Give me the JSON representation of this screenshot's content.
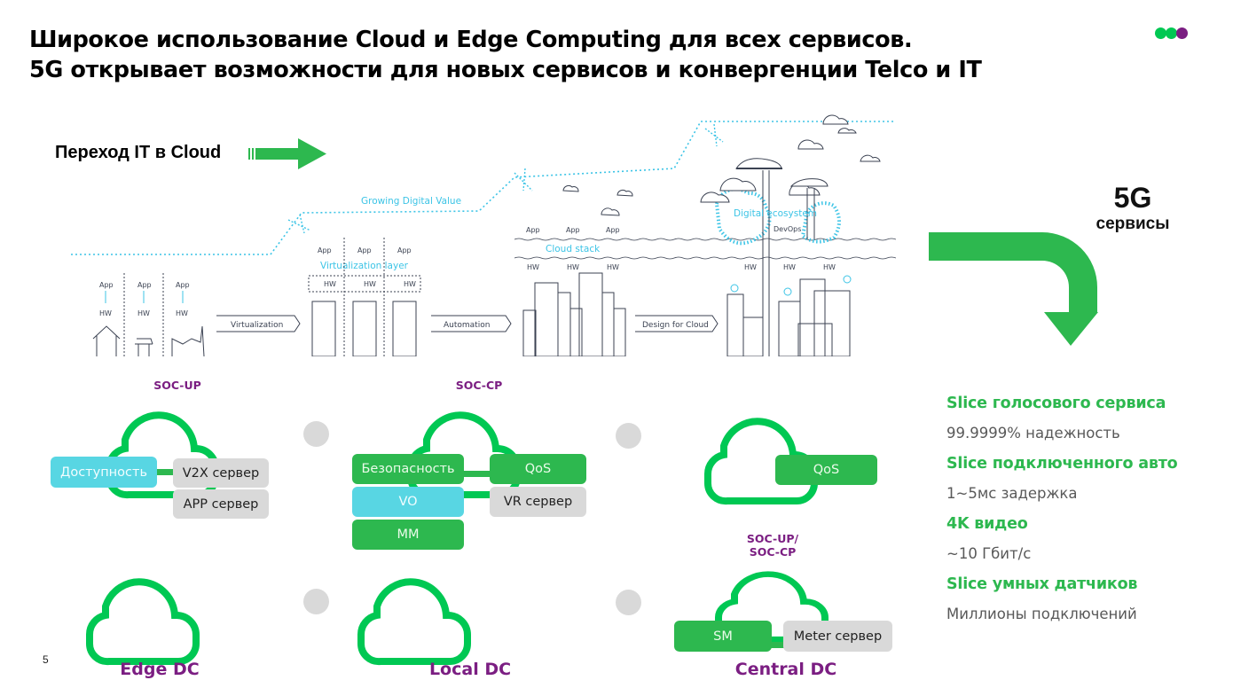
{
  "slide": {
    "title_line1": "Широкое использование Cloud и Edge Computing для всех сервисов.",
    "title_line2": "5G открывает возможности для новых сервисов и конвергенции Telco и IT",
    "page_number": "5",
    "logo_colors": [
      "#00c853",
      "#00c853",
      "#7b1e82"
    ]
  },
  "transition": {
    "label": "Переход IT в Cloud",
    "arrow_color": "#2db84f"
  },
  "illustration": {
    "growing_value_label": "Growing Digital Value",
    "stage1": {
      "apps": [
        "App",
        "App",
        "App"
      ],
      "hw": [
        "HW",
        "HW",
        "HW"
      ]
    },
    "step1_label": "Virtualization",
    "stage2": {
      "apps": [
        "App",
        "App",
        "App"
      ],
      "layer_label": "Virtualization layer",
      "hw": [
        "HW",
        "HW",
        "HW"
      ]
    },
    "step2_label": "Automation",
    "stage3": {
      "apps": [
        "App",
        "App",
        "App"
      ],
      "layer_label": "Cloud stack",
      "hw": [
        "HW",
        "HW",
        "HW"
      ]
    },
    "step3_label": "Design for Cloud",
    "stage4": {
      "ecosystem_label": "Digital ecosystem",
      "devops_label": "DevOps",
      "hw": [
        "HW",
        "HW",
        "HW"
      ]
    },
    "line_color": "#3b4252",
    "accent_color": "#3cc4e6"
  },
  "fiveg": {
    "title": "5G",
    "subtitle": "сервисы"
  },
  "services": [
    {
      "name": "Slice голосового сервиса",
      "value": "99.9999% надежность"
    },
    {
      "name": "Slice подключенного авто",
      "value": "1~5мс задержка"
    },
    {
      "name": "4K видео",
      "value": "~10 Гбит/с"
    },
    {
      "name": "Slice умных датчиков",
      "value": "Миллионы подключений"
    }
  ],
  "clouds": {
    "edge_top": {
      "soc_label": "SOC-UP",
      "boxes": {
        "availability": "Доступность",
        "v2x": "V2X сервер",
        "app": "APP сервер"
      }
    },
    "local_top": {
      "soc_label": "SOC-CP",
      "boxes": {
        "security": "Безопасность",
        "qos": "QoS",
        "vo": "VO",
        "vr": "VR сервер",
        "mm": "MM"
      }
    },
    "central_top": {
      "boxes": {
        "qos": "QoS"
      }
    },
    "central_bottom": {
      "soc_label_line1": "SOC-UP/",
      "soc_label_line2": "SOC-CP",
      "boxes": {
        "sm": "SM",
        "meter": "Meter сервер"
      }
    },
    "dc_labels": {
      "edge": "Edge DC",
      "local": "Local DC",
      "central": "Central DC"
    }
  },
  "colors": {
    "green": "#2db84f",
    "cloud_stroke": "#00c853",
    "cyan": "#58d6e3",
    "grey": "#d9d9d9",
    "purple": "#7b1e82",
    "service_value_text": "#595959"
  }
}
